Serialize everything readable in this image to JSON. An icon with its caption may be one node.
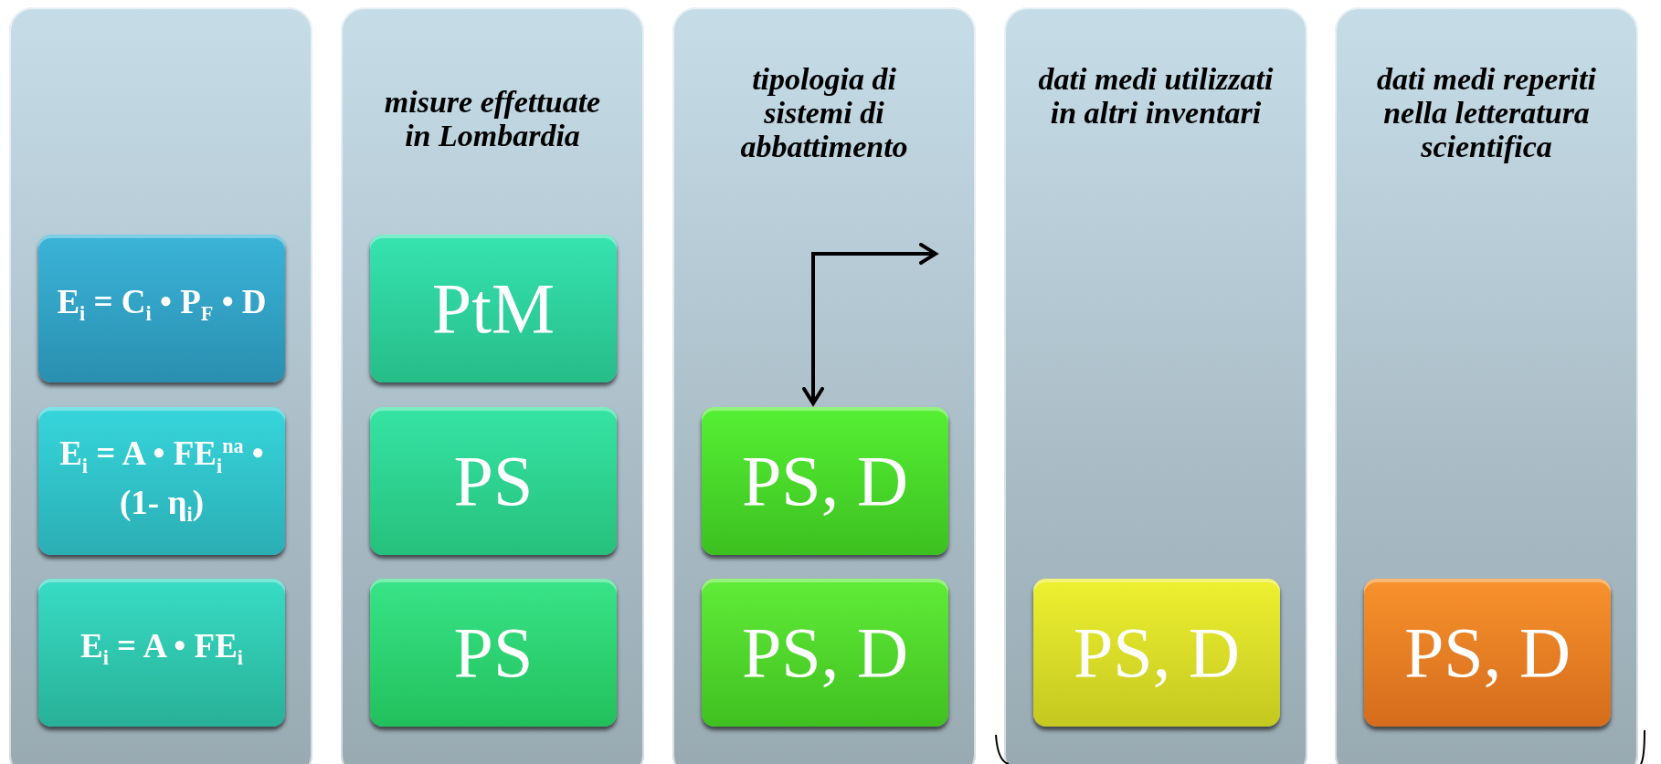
{
  "diagram": {
    "nodes": [
      {
        "text": [],
        "shape": "box"
      },
      {
        "text": [
          "E$_{i}$ = C$_{i}$ • P$_{F}$ • D"
        ],
        "in": 0
      },
      {
        "text": [
          "E$_{i}$ = A • FE$_{i}$$^{na}$ • (1- η$_{i}$)"
        ],
        "in": 0
      },
      {
        "text": [
          "E$_{i}$ = A • FE$_{i}$"
        ],
        "in": 0
      },
      {
        "text": [
          "misure effettuate in Lombardia"
        ]
      },
      {
        "text": [
          "PtM"
        ],
        "in": 4
      },
      {
        "text": [
          "PS"
        ],
        "in": 4
      },
      {
        "text": [
          "PS"
        ],
        "in": 4
      },
      {
        "text": [
          "tipologia di sistemi di abbattimento"
        ]
      },
      {
        "text": [
          "PS, D"
        ],
        "in": 8
      },
      {
        "text": [
          "PS, D"
        ],
        "in": 8
      },
      {
        "text": [
          "dati medi utilizzati in altri inventari"
        ]
      },
      {
        "text": [
          "PS, D"
        ],
        "in": 11
      },
      {
        "text": [
          "dati medi reperiti nella letteratura scientifica"
        ]
      },
      {
        "text": [
          "PS, D"
        ],
        "in": 13
      }
    ],
    "edges": [
      {
        "from": null,
        "to": 9,
        "arrow": "both"
      }
    ]
  }
}
